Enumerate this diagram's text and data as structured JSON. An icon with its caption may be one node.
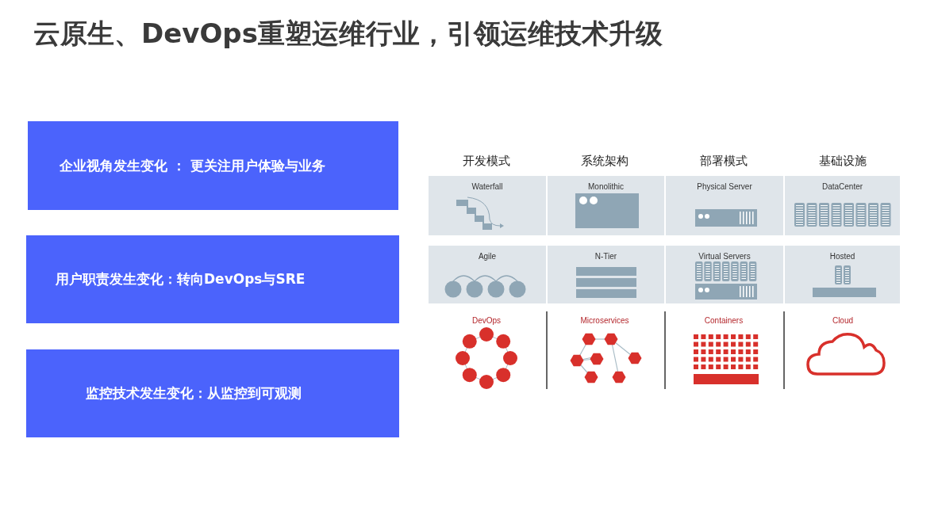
{
  "diagram": {
    "title": "云原生、DevOps重塑运维行业，引领运维技术升级",
    "nodes": [
      {
        "text": [
          "企业视角发生变化 ： 更关注用户体验与业务"
        ]
      },
      {
        "text": [
          "用户职责发生变化：转向DevOps与SRE"
        ]
      },
      {
        "text": [
          "监控技术发生变化：从监控到可观测"
        ]
      },
      {
        "text": [
          "Waterfall"
        ]
      },
      {
        "text": [
          "Monolithic"
        ]
      },
      {
        "text": [
          "Physical Server"
        ]
      },
      {
        "text": [
          "DataCenter"
        ]
      },
      {
        "text": [
          "Agile"
        ]
      },
      {
        "text": [
          "N-Tier"
        ]
      },
      {
        "text": [
          "Virtual Servers"
        ]
      },
      {
        "text": [
          "Hosted"
        ]
      }
    ],
    "labels": [
      "开发模式",
      "系统架构",
      "部署模式",
      "基础设施",
      "DevOps",
      "Microservices",
      "Containers",
      "Cloud"
    ]
  }
}
